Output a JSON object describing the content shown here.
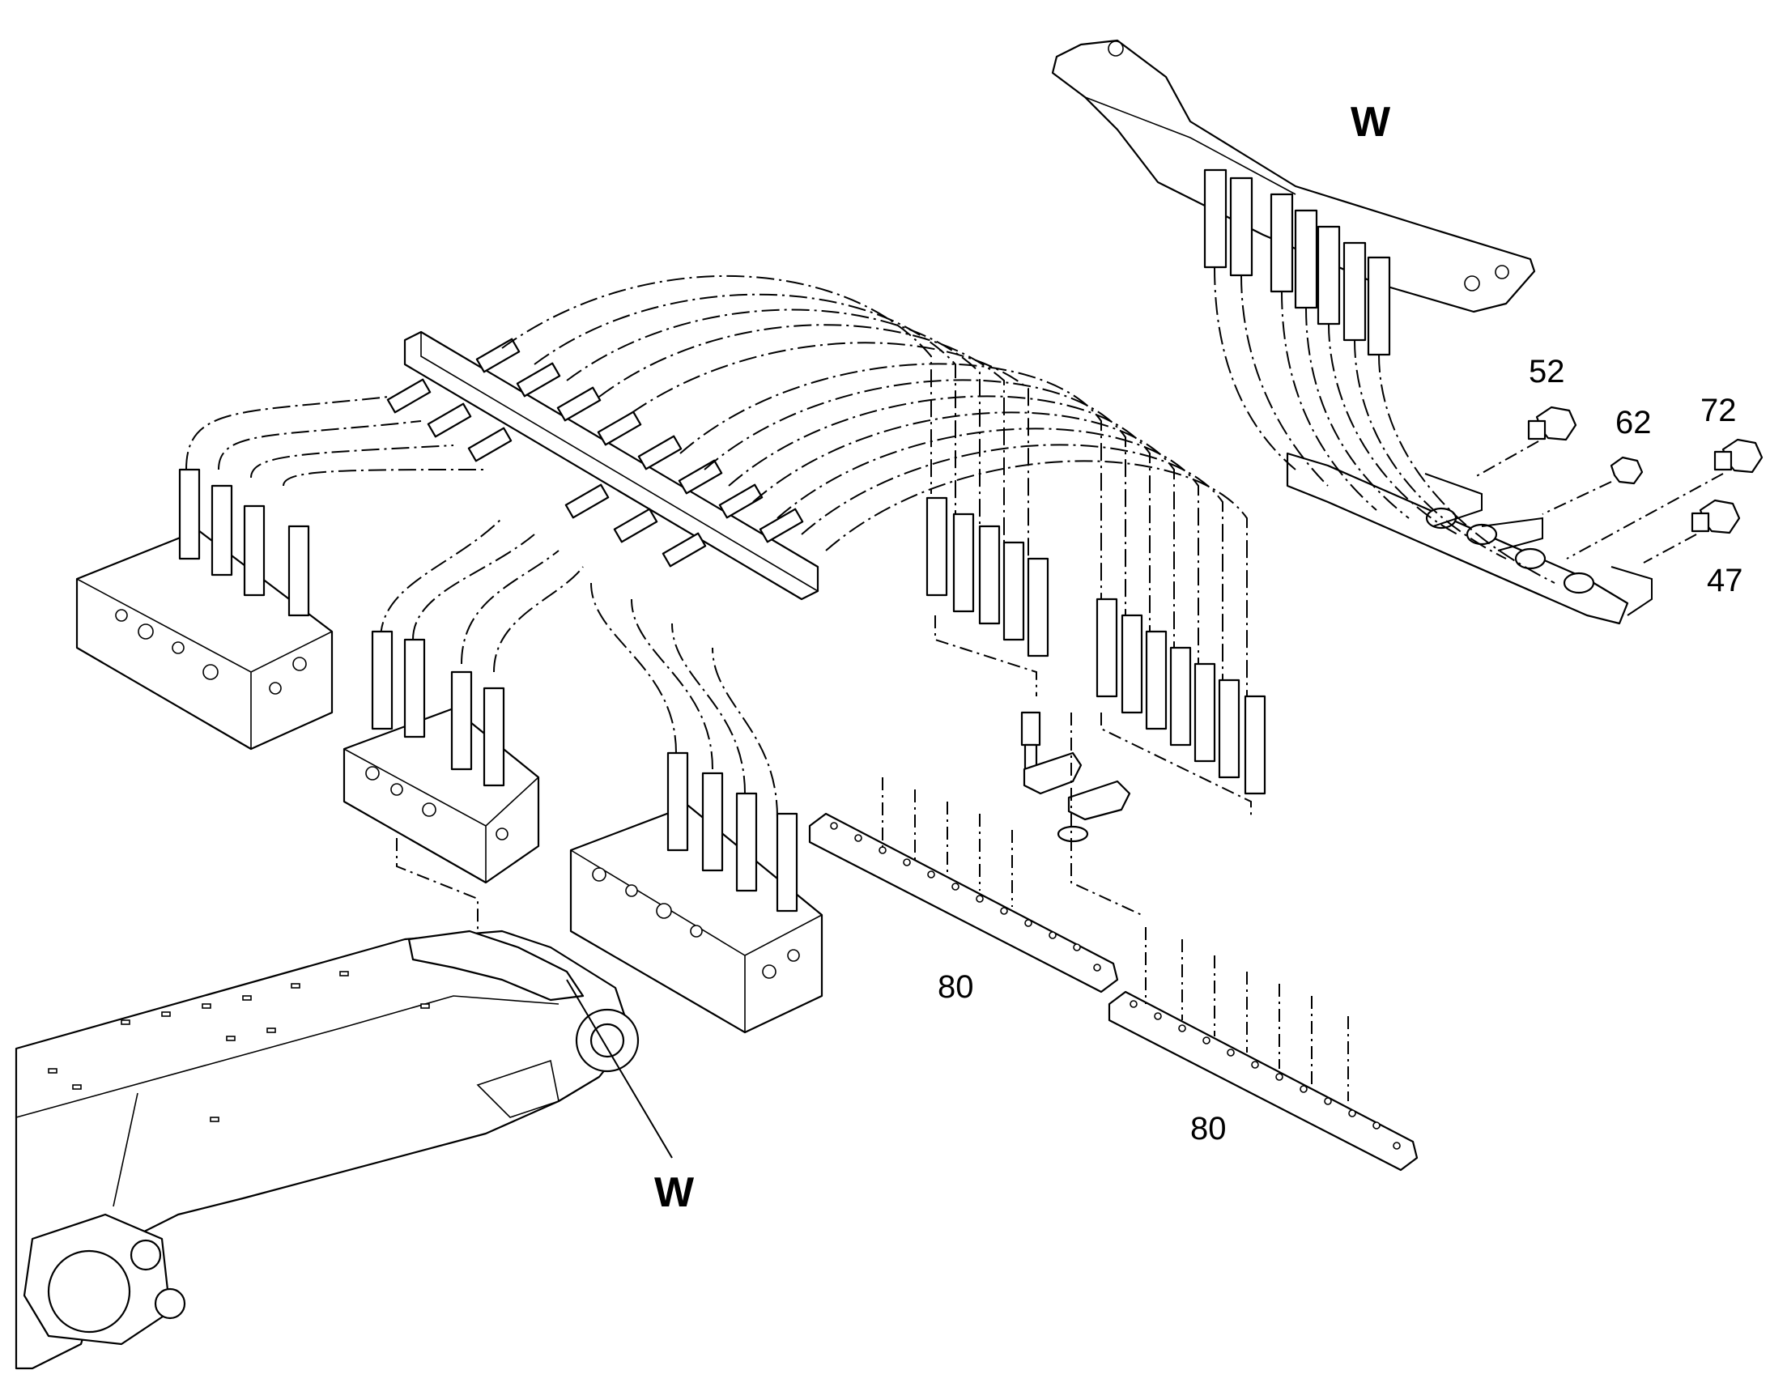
{
  "callouts": {
    "w_top": "W",
    "w_bottom": "W",
    "c52": "52",
    "c62": "62",
    "c72": "72",
    "c47": "47",
    "c80a": "80",
    "c80b": "80"
  },
  "colors": {
    "line": "#000000",
    "background": "#ffffff"
  }
}
